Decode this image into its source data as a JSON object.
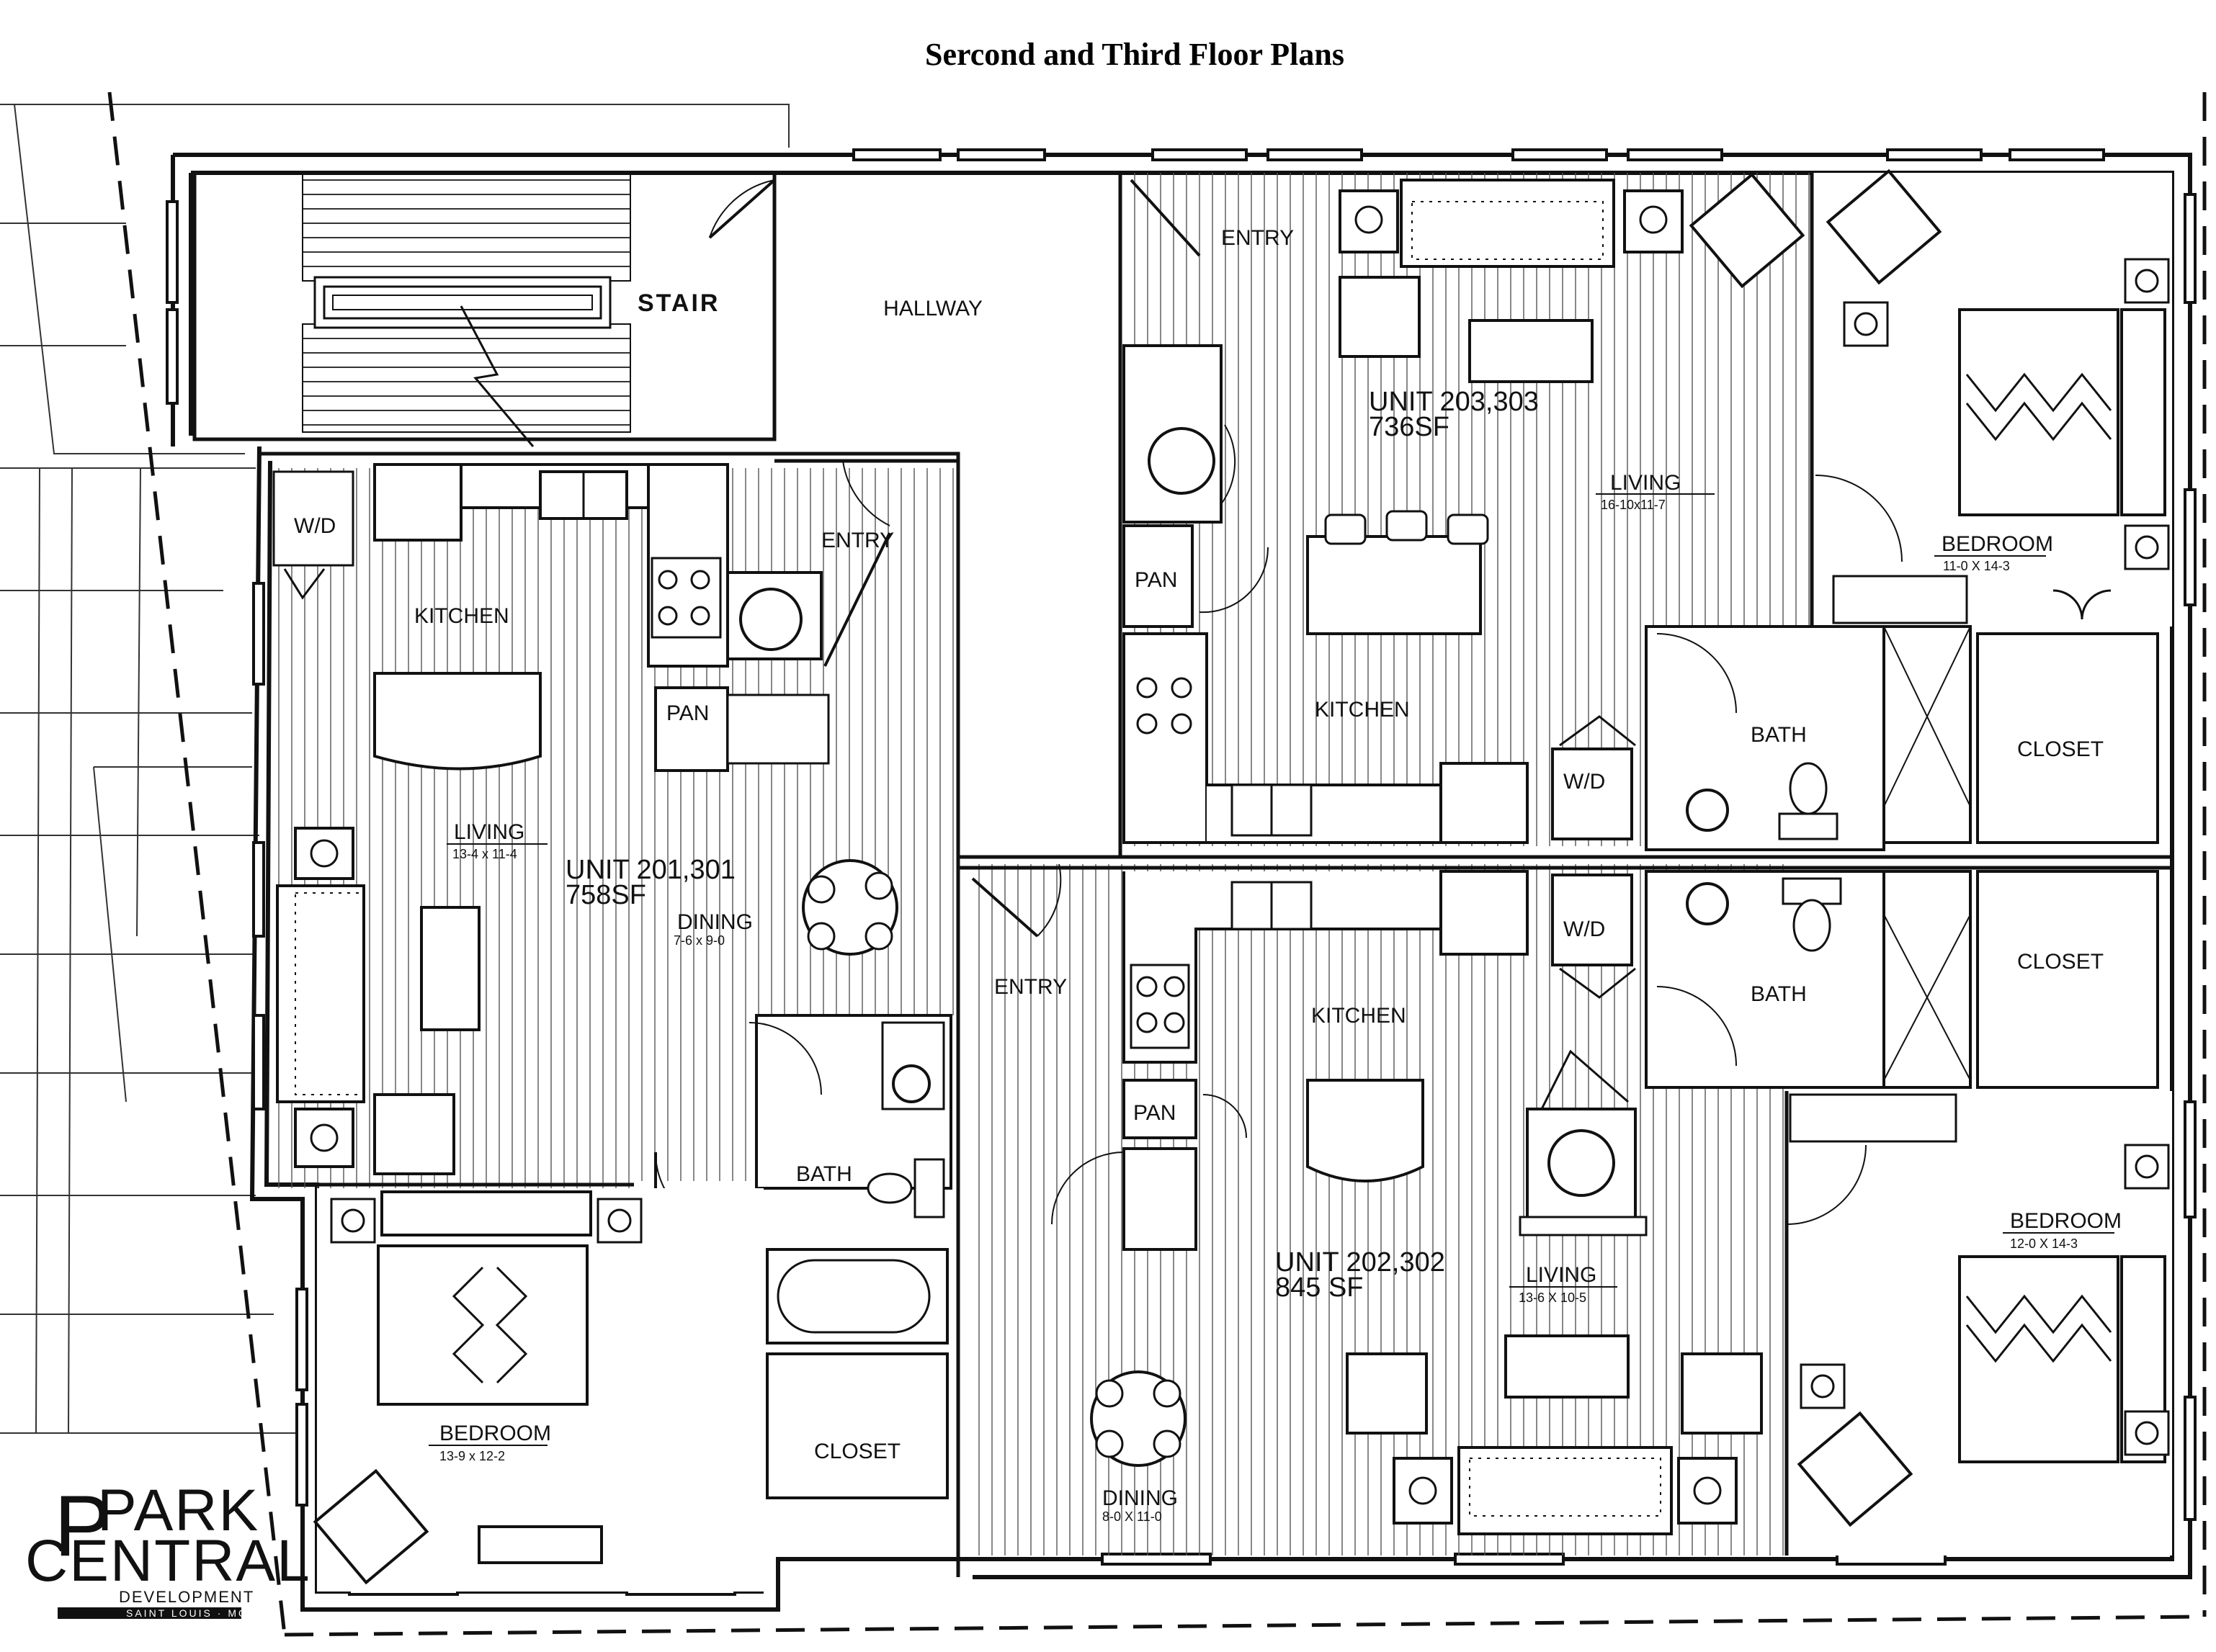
{
  "title": "Sercond and Third Floor Plans",
  "common": {
    "stair": "STAIR",
    "hallway": "HALLWAY"
  },
  "unit_201": {
    "name": "UNIT 201,301",
    "area": "758SF",
    "wd": "W/D",
    "kitchen": "KITCHEN",
    "pan": "PAN",
    "entry": "ENTRY",
    "living": "LIVING",
    "living_dim": "13-4 x 11-4",
    "dining": "DINING",
    "dining_dim": "7-6 x 9-0",
    "bath": "BATH",
    "bedroom": "BEDROOM",
    "bedroom_dim": "13-9 x 12-2",
    "closet": "CLOSET"
  },
  "unit_203": {
    "name": "UNIT 203,303",
    "area": "736SF",
    "entry": "ENTRY",
    "living": "LIVING",
    "living_dim": "16-10x11-7",
    "pan": "PAN",
    "kitchen": "KITCHEN",
    "wd": "W/D",
    "bath": "BATH",
    "closet": "CLOSET",
    "bedroom": "BEDROOM",
    "bedroom_dim": "11-0 X 14-3"
  },
  "unit_202": {
    "name": "UNIT 202,302",
    "area": "845 SF",
    "entry": "ENTRY",
    "kitchen": "KITCHEN",
    "wd": "W/D",
    "bath": "BATH",
    "closet": "CLOSET",
    "pan": "PAN",
    "living": "LIVING",
    "living_dim": "13-6 X 10-5",
    "dining": "DINING",
    "dining_dim": "8-0 X 11-0",
    "bedroom": "BEDROOM",
    "bedroom_dim": "12-0 X 14-3"
  },
  "logo": {
    "line1": "PARK",
    "line2": "CENTRAL",
    "line3": "DEVELOPMENT",
    "line4": "SAINT LOUIS · MO"
  }
}
